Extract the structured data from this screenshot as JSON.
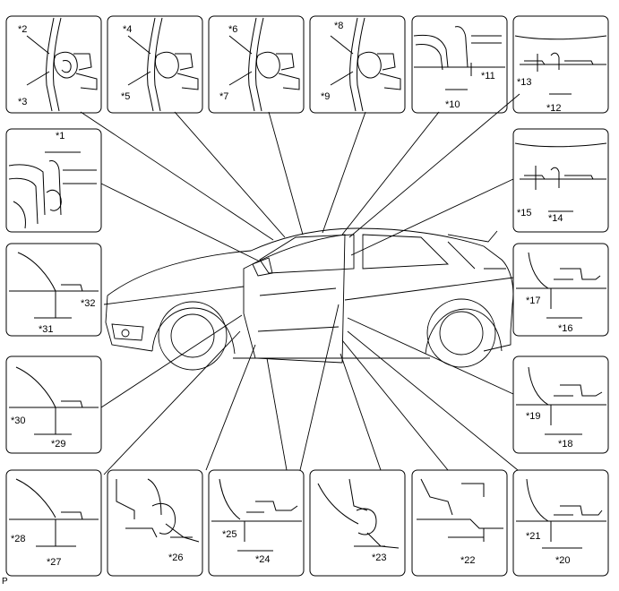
{
  "footer_code": "P",
  "labels": {
    "l1": "*1",
    "l2": "*2",
    "l3": "*3",
    "l4": "*4",
    "l5": "*5",
    "l6": "*6",
    "l7": "*7",
    "l8": "*8",
    "l9": "*9",
    "l10": "*10",
    "l11": "*11",
    "l12": "*12",
    "l13": "*13",
    "l14": "*14",
    "l15": "*15",
    "l16": "*16",
    "l17": "*17",
    "l18": "*18",
    "l19": "*19",
    "l20": "*20",
    "l21": "*21",
    "l22": "*22",
    "l23": "*23",
    "l24": "*24",
    "l25": "*25",
    "l26": "*26",
    "l27": "*27",
    "l28": "*28",
    "l29": "*29",
    "l30": "*30",
    "l31": "*31",
    "l32": "*32"
  }
}
